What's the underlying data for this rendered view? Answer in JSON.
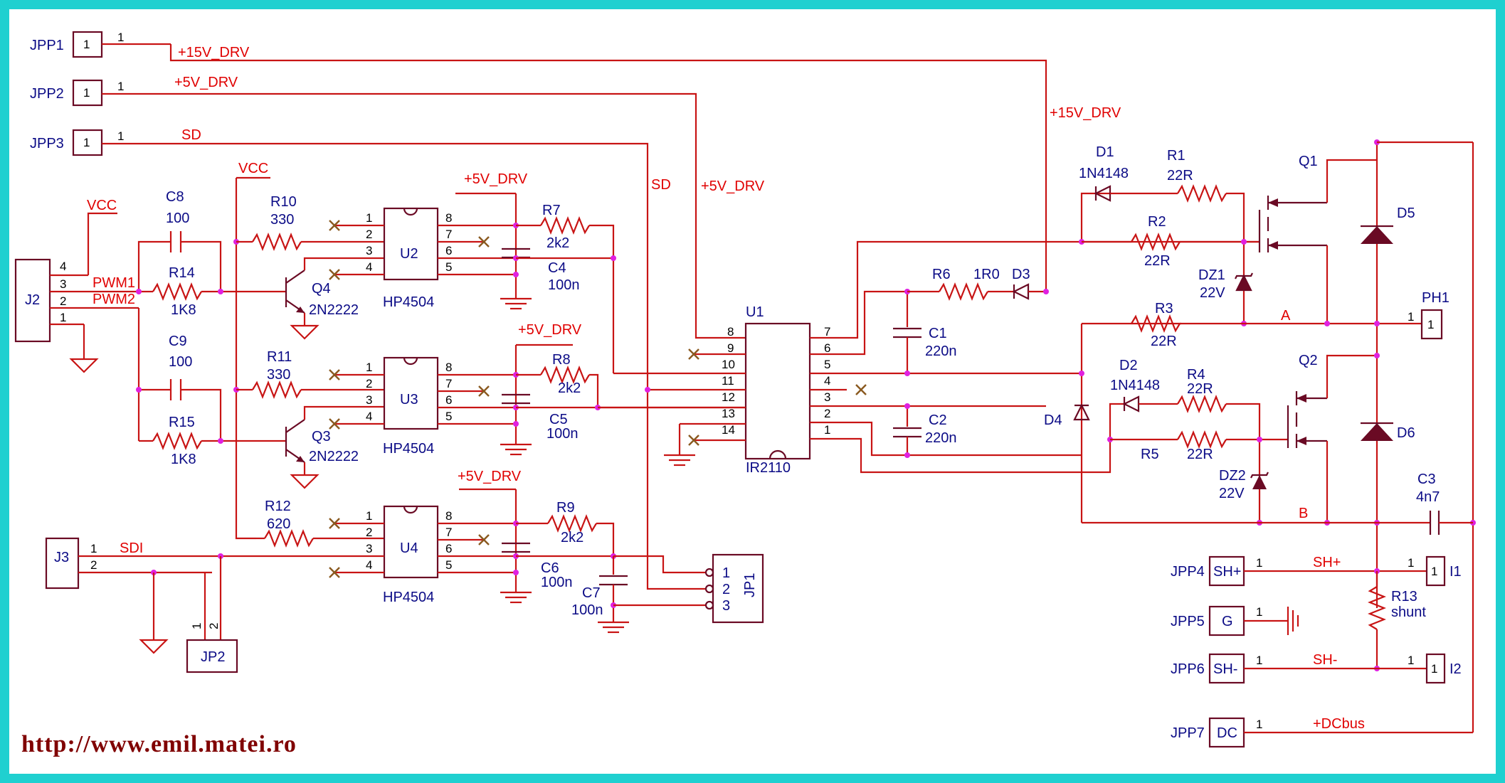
{
  "connectors": {
    "jpp1": "JPP1",
    "jpp2": "JPP2",
    "jpp3": "JPP3",
    "jpp4": "JPP4",
    "jpp5": "JPP5",
    "jpp6": "JPP6",
    "jpp7": "JPP7",
    "j2": "J2",
    "j3": "J3",
    "jp1": "JP1",
    "jp2": "JP2",
    "ph1": "PH1",
    "i1": "I1",
    "i2": "I2",
    "sh_plus": "SH+",
    "g": "G",
    "sh_minus": "SH-",
    "dc": "DC"
  },
  "nets": {
    "p15v": "+15V_DRV",
    "p5v": "+5V_DRV",
    "sd": "SD",
    "vcc": "VCC",
    "pwm1": "PWM1",
    "pwm2": "PWM2",
    "sdi": "SDI",
    "a": "A",
    "b": "B",
    "shp": "SH+",
    "shm": "SH-",
    "dcbus": "+DCbus"
  },
  "ics": {
    "u1": "U1",
    "ir2110": "IR2110",
    "u2": "U2",
    "u3": "U3",
    "u4": "U4",
    "hp4504": "HP4504"
  },
  "transistors": {
    "q1": "Q1",
    "q2": "Q2",
    "q3": "Q3",
    "q4": "Q4",
    "n2222": "2N2222"
  },
  "resistors": {
    "r1": "R1",
    "r1v": "22R",
    "r2": "R2",
    "r2v": "22R",
    "r3": "R3",
    "r3v": "22R",
    "r4": "R4",
    "r4v": "22R",
    "r5": "R5",
    "r5v": "22R",
    "r6": "R6",
    "r6v": "1R0",
    "r7": "R7",
    "r7v": "2k2",
    "r8": "R8",
    "r8v": "2k2",
    "r9": "R9",
    "r9v": "2k2",
    "r10": "R10",
    "r10v": "330",
    "r11": "R11",
    "r11v": "330",
    "r12": "R12",
    "r12v": "620",
    "r13": "R13",
    "r13v": "shunt",
    "r14": "R14",
    "r14v": "1K8",
    "r15": "R15",
    "r15v": "1K8"
  },
  "capacitors": {
    "c1": "C1",
    "c1v": "220n",
    "c2": "C2",
    "c2v": "220n",
    "c3": "C3",
    "c3v": "4n7",
    "c4": "C4",
    "c4v": "100n",
    "c5": "C5",
    "c5v": "100n",
    "c6": "C6",
    "c6v": "100n",
    "c7": "C7",
    "c7v": "100n",
    "c8": "C8",
    "c8v": "100",
    "c9": "C9",
    "c9v": "100"
  },
  "diodes": {
    "d1": "D1",
    "d1v": "1N4148",
    "d2": "D2",
    "d2v": "1N4148",
    "d3": "D3",
    "d4": "D4",
    "d5": "D5",
    "d6": "D6",
    "dz1": "DZ1",
    "dz1v": "22V",
    "dz2": "DZ2",
    "dz2v": "22V"
  },
  "footer": {
    "url": "http://www.emil.matei.ro"
  }
}
